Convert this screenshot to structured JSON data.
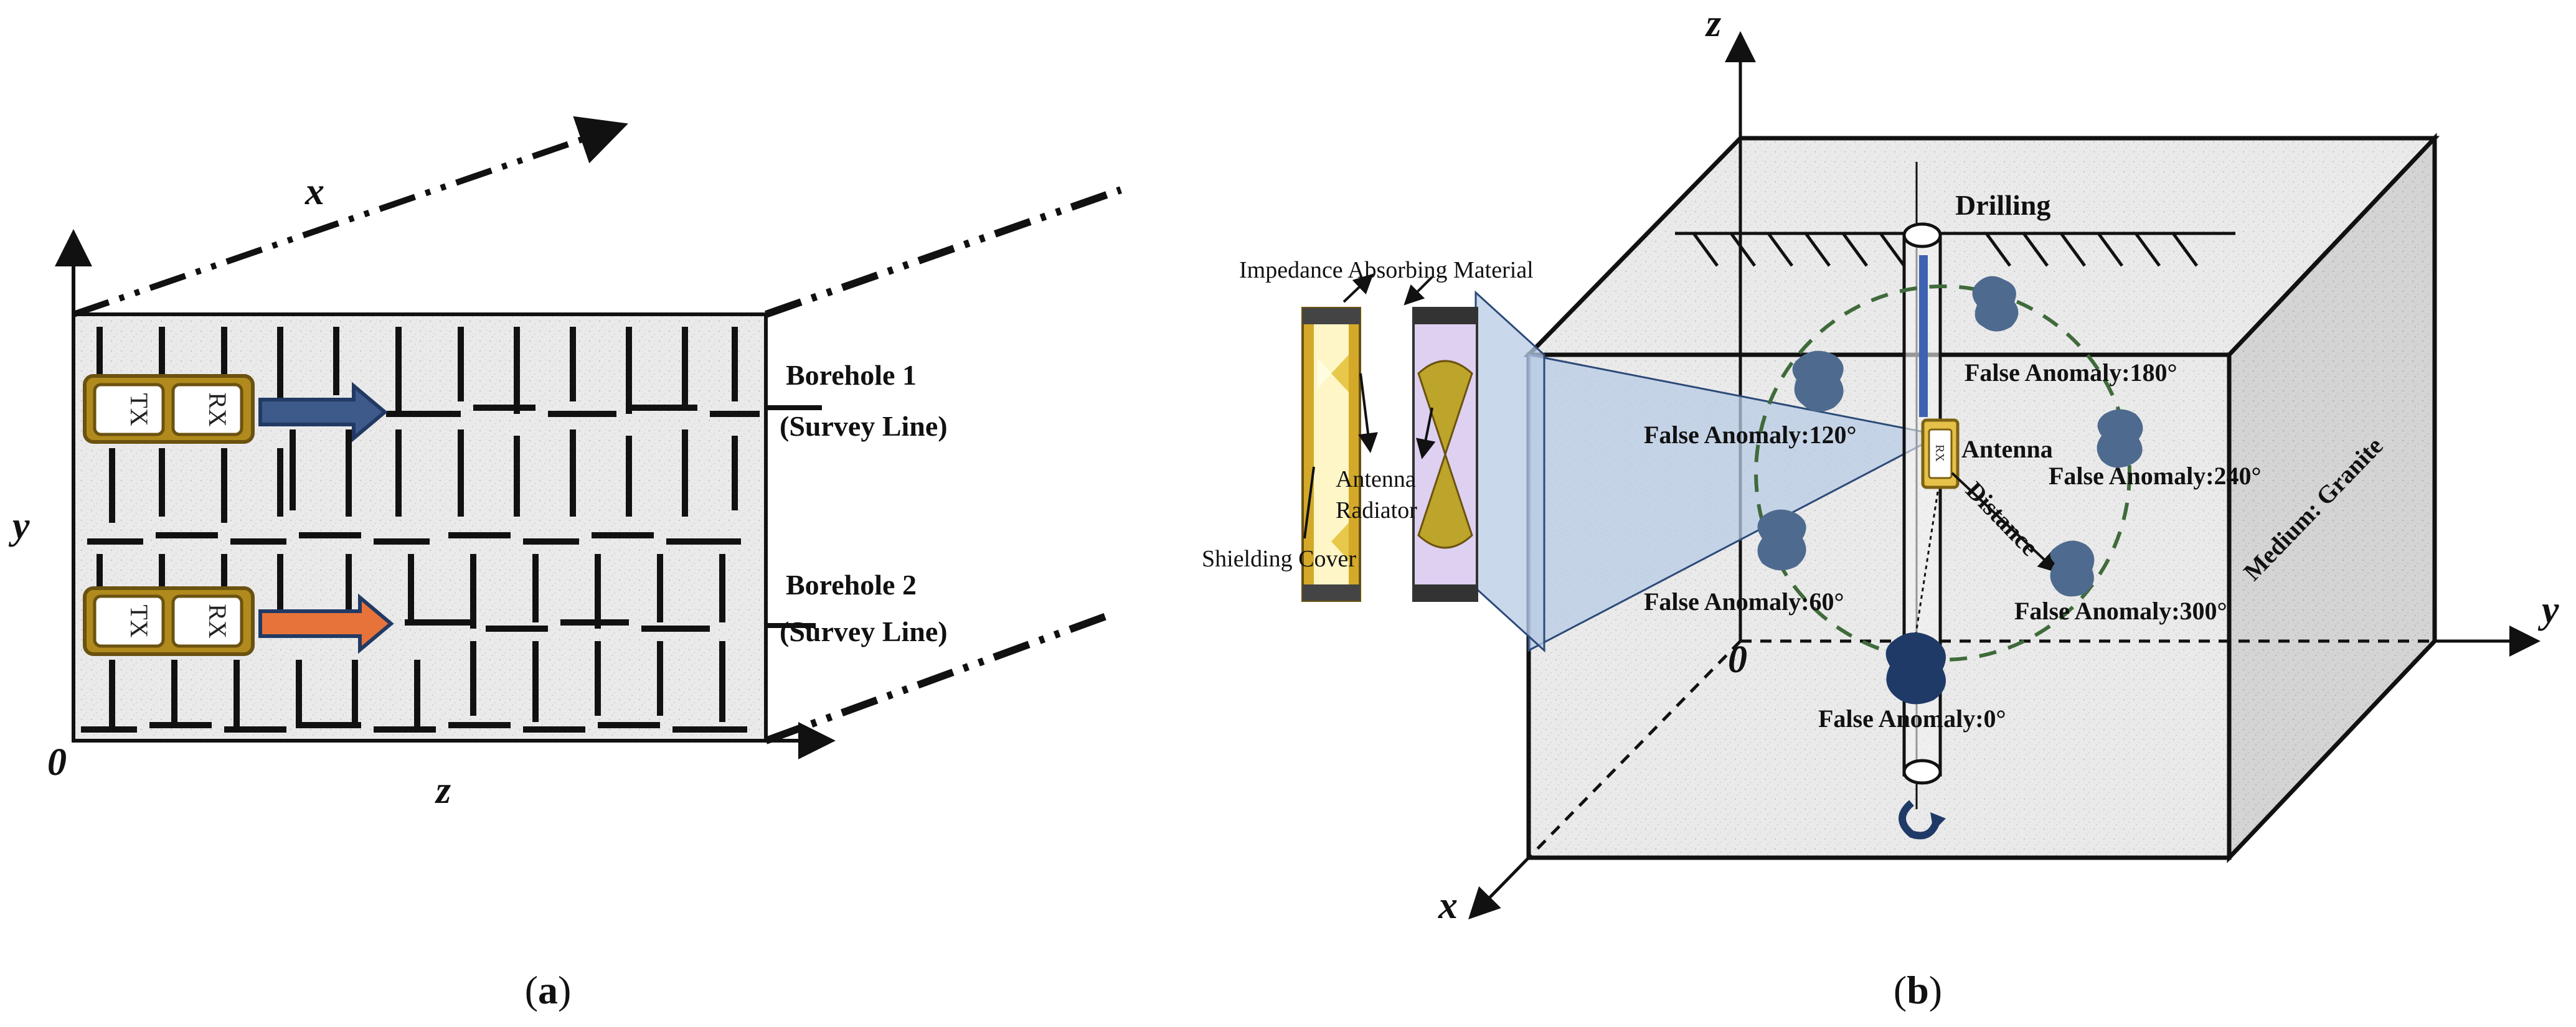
{
  "panel_a": {
    "axis_x": "x",
    "axis_y": "y",
    "axis_z": "z",
    "origin": "0",
    "borehole1_name": "Borehole 1",
    "borehole1_sub": "(Survey Line)",
    "borehole2_name": "Borehole 2",
    "borehole2_sub": "(Survey Line)",
    "tx_label": "TX",
    "rx_label": "RX",
    "caption_open": "(",
    "caption_letter": "a",
    "caption_close": ")",
    "arrow1_color": "#3d5a8a",
    "arrow2_color": "#e8733a"
  },
  "panel_b": {
    "axis_x": "x",
    "axis_y": "y",
    "axis_z": "z",
    "origin": "0",
    "drilling": "Drilling",
    "antenna": "Antenna",
    "distance": "Distance",
    "medium": "Medium: Granite",
    "impedance": "Impedance Absorbing Material",
    "antenna_radiator_1": "Antenna",
    "antenna_radiator_2": "Radiator",
    "shielding_cover": "Shielding Cover",
    "anomaly_0": "False Anomaly:0°",
    "anomaly_60": "False Anomaly:60°",
    "anomaly_120": "False Anomaly:120°",
    "anomaly_180": "False Anomaly:180°",
    "anomaly_240": "False Anomaly:240°",
    "anomaly_300": "False Anomaly:300°",
    "probe_text": "RX",
    "caption_open": "(",
    "caption_letter": "b",
    "caption_close": ")",
    "anomaly_color": "#4e6a8f",
    "anomaly_dark_color": "#1f3a66",
    "circle_color": "#3f6b3a",
    "cone_color": "#b8cbe6",
    "gold_color": "#c9a227"
  }
}
